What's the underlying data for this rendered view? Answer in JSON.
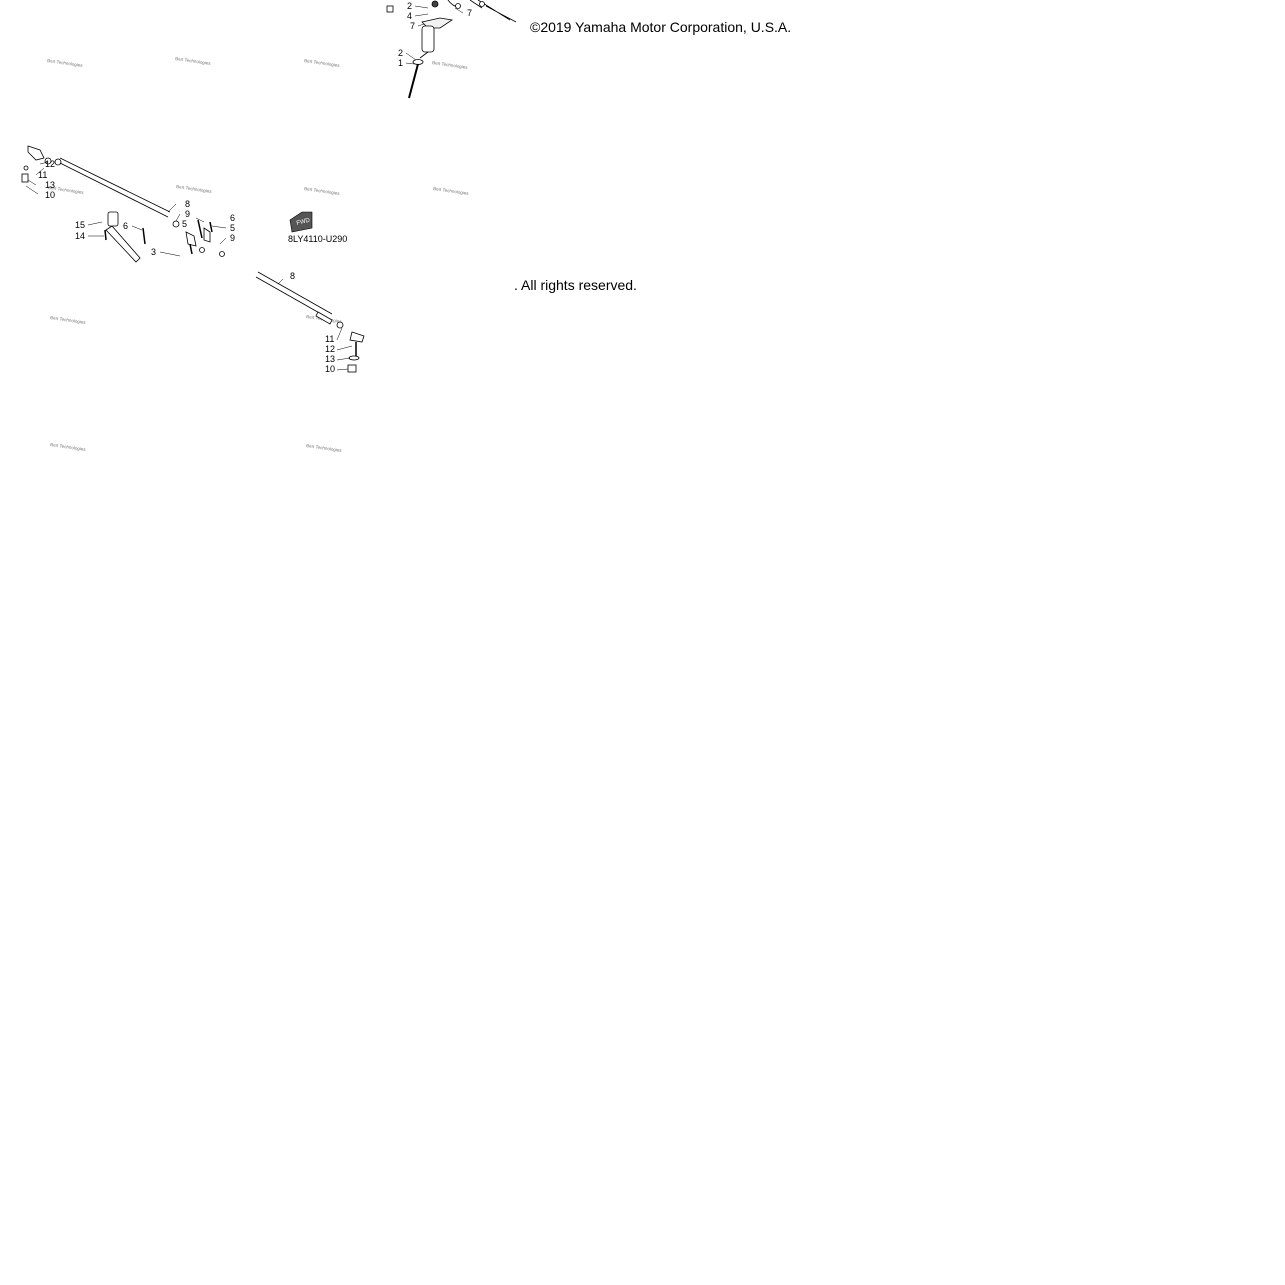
{
  "copyright": "©2019 Yamaha Motor Corporation, U.S.A.",
  "rights": ". All rights reserved.",
  "diagram_code": "8LY4110-U290",
  "fwd_label": "FWD",
  "watermark": "Bert Technologies",
  "callouts": {
    "c1": "2",
    "c2": "4",
    "c3": "7",
    "c4": "7",
    "c5": "2",
    "c6": "1",
    "c7": "12",
    "c8": "11",
    "c9": "13",
    "c10": "10",
    "c11": "8",
    "c12": "9",
    "c13": "5",
    "c14": "6",
    "c15": "5",
    "c16": "9",
    "c17": "15",
    "c18": "14",
    "c19": "6",
    "c20": "3",
    "c21": "8",
    "c22": "11",
    "c23": "12",
    "c24": "13",
    "c25": "10"
  }
}
